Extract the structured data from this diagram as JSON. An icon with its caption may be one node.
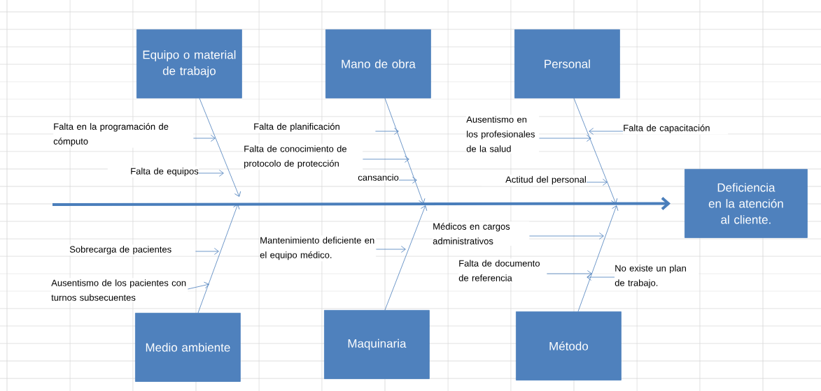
{
  "diagram": {
    "nodes": [
      {
        "text": [
          "Equipo o material de trabajo"
        ]
      },
      {
        "text": [
          "Mano de obra"
        ]
      },
      {
        "text": [
          "Personal"
        ]
      },
      {
        "text": [
          "Deficiencia en la atención al cliente."
        ]
      },
      {
        "text": [
          "Medio ambiente"
        ]
      },
      {
        "text": [
          "Maquinaria"
        ]
      },
      {
        "text": [
          "Método"
        ]
      },
      {
        "text": [
          "Falta en la programación de cómputo"
        ]
      },
      {
        "text": [
          "Falta de equipos"
        ]
      },
      {
        "text": [
          "Falta de planificación"
        ]
      },
      {
        "text": [
          "Falta de conocimiento de protocolo de protección"
        ]
      },
      {
        "text": [
          "cansancio"
        ]
      },
      {
        "text": [
          "Ausentismo en los profesionales de la salud"
        ]
      },
      {
        "text": [
          "Falta de capacitación"
        ]
      },
      {
        "text": [
          "Actitud del personal"
        ]
      },
      {
        "text": [
          "Sobrecarga de pacientes"
        ]
      },
      {
        "text": [
          "Ausentismo de los pacientes con turnos subsecuentes"
        ]
      },
      {
        "text": [
          "Mantenimiento deficiente en el equipo médico."
        ]
      },
      {
        "text": [
          "Médicos en cargos administrativos"
        ]
      },
      {
        "text": [
          "Falta de documento de referencia"
        ]
      },
      {
        "text": [
          "No existe un plan de trabajo."
        ]
      }
    ],
    "edges": [
      {
        "from": 0,
        "to": null,
        "arrow": "to"
      },
      {
        "from": 1,
        "to": null,
        "arrow": "to"
      },
      {
        "from": 2,
        "to": null,
        "arrow": "to"
      },
      {
        "from": 4,
        "to": null,
        "arrow": "to"
      },
      {
        "from": 5,
        "to": null,
        "arrow": "to"
      },
      {
        "from": 6,
        "to": null,
        "arrow": "to"
      },
      {
        "from": null,
        "to": 3,
        "arrow": "to",
        "style": "thick"
      },
      {
        "from": 7,
        "to": null,
        "arrow": "to"
      },
      {
        "from": 8,
        "to": null,
        "arrow": "to"
      },
      {
        "from": 9,
        "to": null,
        "arrow": "to"
      },
      {
        "from": 10,
        "to": null,
        "arrow": "to"
      },
      {
        "from": 11,
        "to": null,
        "arrow": "to"
      },
      {
        "from": 12,
        "to": null,
        "arrow": "to"
      },
      {
        "from": 13,
        "to": null,
        "arrow": "to"
      },
      {
        "from": 14,
        "to": null,
        "arrow": "to"
      },
      {
        "from": 15,
        "to": null,
        "arrow": "to"
      },
      {
        "from": 16,
        "to": null,
        "arrow": "to"
      },
      {
        "from": 17,
        "to": null,
        "arrow": "to"
      },
      {
        "from": 18,
        "to": null,
        "arrow": "to"
      },
      {
        "from": 19,
        "to": null,
        "arrow": "to"
      },
      {
        "from": 20,
        "to": null,
        "arrow": "to"
      }
    ]
  }
}
